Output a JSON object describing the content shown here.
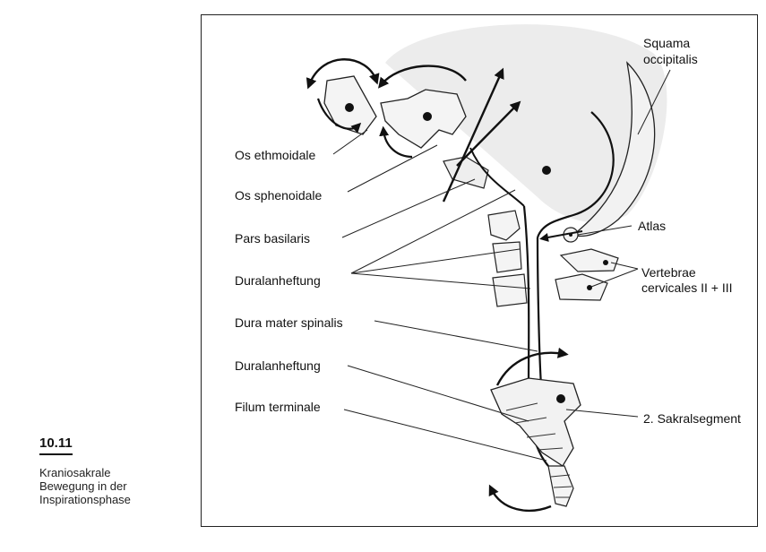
{
  "caption": {
    "number": "10.11",
    "lines": [
      "Kraniosakrale",
      "Bewegung in der",
      "Inspirationsphase"
    ]
  },
  "labels": {
    "os_ethmoidale": "Os ethmoidale",
    "os_sphenoidale": "Os sphenoidale",
    "pars_basilaris": "Pars basilaris",
    "duralanheftung_upper": "Duralanheftung",
    "dura_mater_spinalis": "Dura mater spinalis",
    "duralanheftung_lower": "Duralanheftung",
    "filum_terminale": "Filum terminale",
    "squama_line1": "Squama",
    "squama_line2": "occipitalis",
    "atlas": "Atlas",
    "vertebrae_line1": "Vertebrae",
    "vertebrae_line2": "cervicales II + III",
    "sakralsegment": "2. Sakralsegment"
  }
}
